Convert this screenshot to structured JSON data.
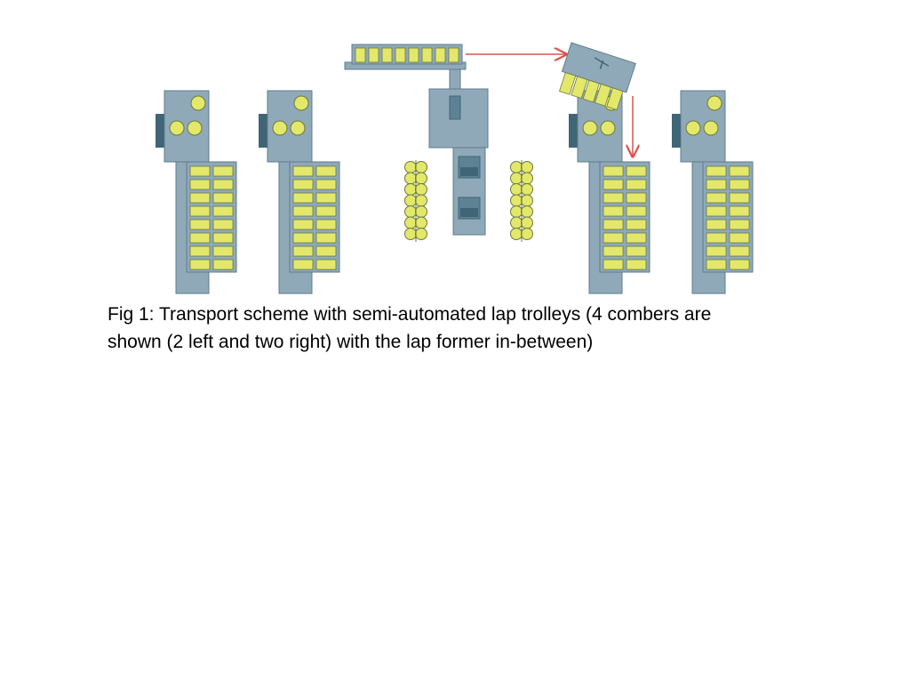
{
  "caption": {
    "line1": "Fig 1: Transport scheme with semi-automated lap trolleys (4 combers are",
    "line2": "shown (2 left and two right) with the lap former in-between)"
  },
  "diagram": {
    "comber_count": 4,
    "colors": {
      "machine": "#8fa9b9",
      "machine_stroke": "#5f7c8c",
      "dark_block": "#3f6577",
      "lap": "#e3e86a",
      "lap_stroke": "#6b7a3c",
      "arrow": "#d9534f"
    },
    "icons": {
      "comber": "comber-machine",
      "lap_former": "lap-former-machine",
      "trolley": "lap-trolley",
      "arrow": "transport-arrow"
    }
  }
}
